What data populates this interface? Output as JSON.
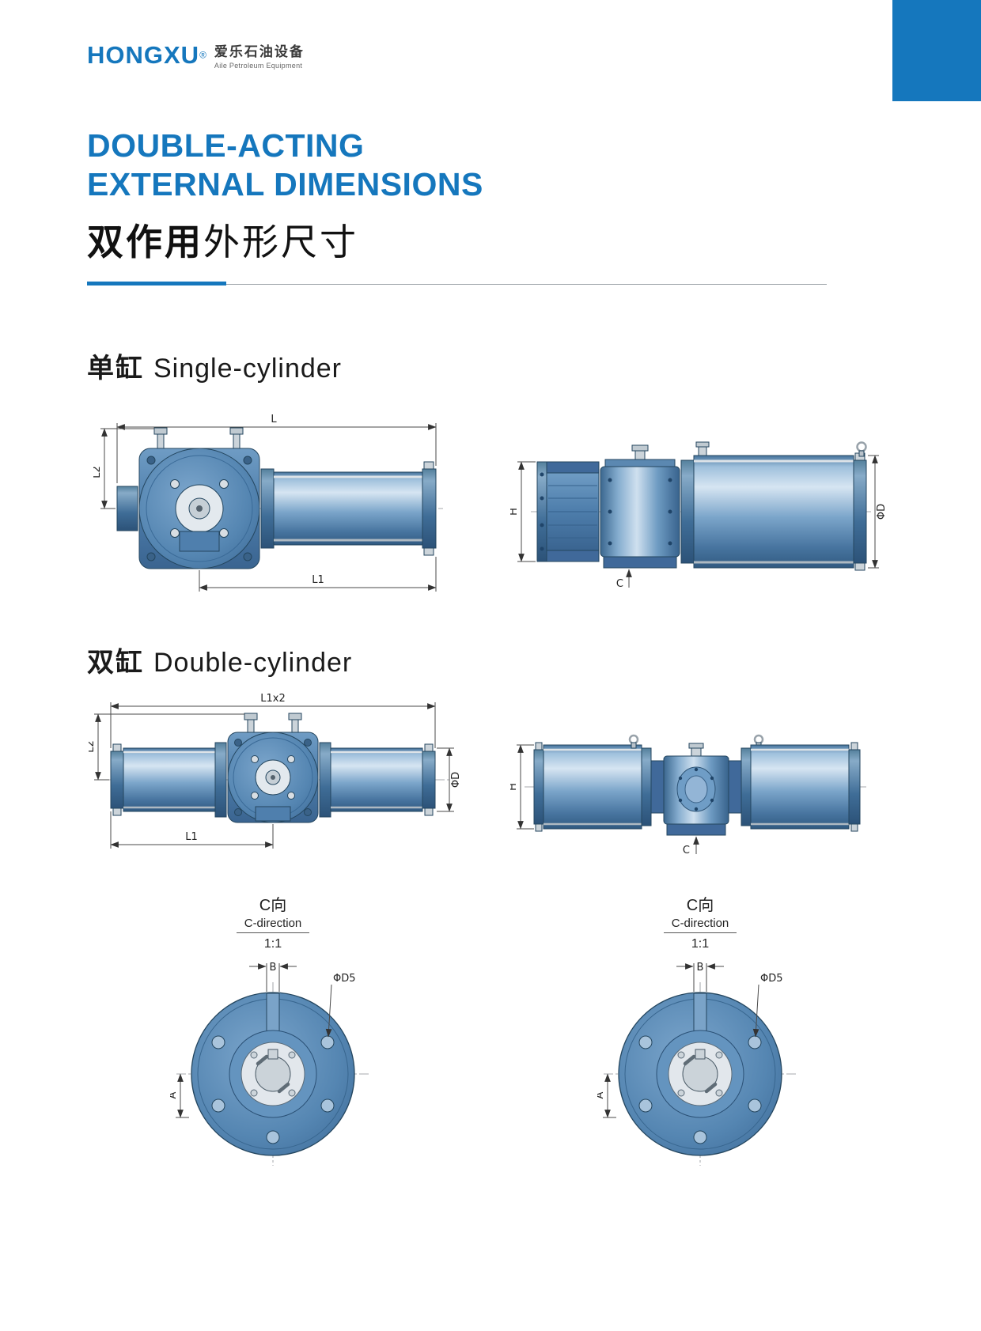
{
  "colors": {
    "accent": "#1577bd",
    "drawing_blue": "#4f81b3",
    "ink": "#1a1a1a"
  },
  "logo": {
    "brand": "HONGXU",
    "reg": "®",
    "cn": "爱乐石油设备",
    "en": "Aile Petroleum Equipment"
  },
  "title": {
    "en_line1": "DOUBLE-ACTING",
    "en_line2": "EXTERNAL DIMENSIONS",
    "cn_bold": "双作用",
    "cn_regular": "外形尺寸"
  },
  "sections": {
    "single": {
      "cn": "单缸",
      "en": "Single-cylinder"
    },
    "double": {
      "cn": "双缸",
      "en": "Double-cylinder"
    }
  },
  "dims": {
    "L": "L",
    "L1": "L1",
    "L2": "L2",
    "L1x2": "L1x2",
    "H": "H",
    "phi_d": "ΦD",
    "C": "C",
    "A": "A",
    "B": "B",
    "phi_d5": "ΦD5"
  },
  "detail": {
    "cn": "C向",
    "en": "C-direction",
    "scale": "1:1"
  }
}
